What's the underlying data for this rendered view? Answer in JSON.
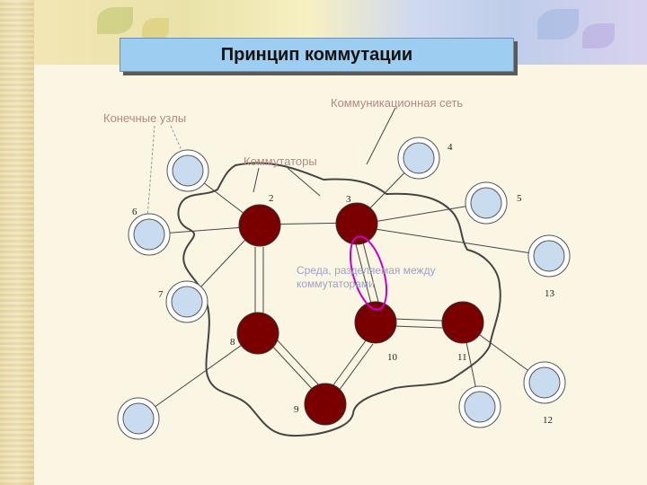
{
  "title": "Принцип коммутации",
  "labels": {
    "end_nodes": "Конечные узлы",
    "network": "Коммуникационная сеть",
    "switches": "Коммутаторы",
    "shared_medium": "Среда, разделяемая между коммутаторами"
  },
  "node_numbers": [
    "2",
    "3",
    "4",
    "5",
    "6",
    "7",
    "8",
    "9",
    "10",
    "11",
    "12",
    "13"
  ],
  "colors": {
    "switch_fill": "#7a0000",
    "end_node_fill": "#c9dcef",
    "title_bg": "#9ecdf2",
    "highlight": "#c800c8"
  }
}
